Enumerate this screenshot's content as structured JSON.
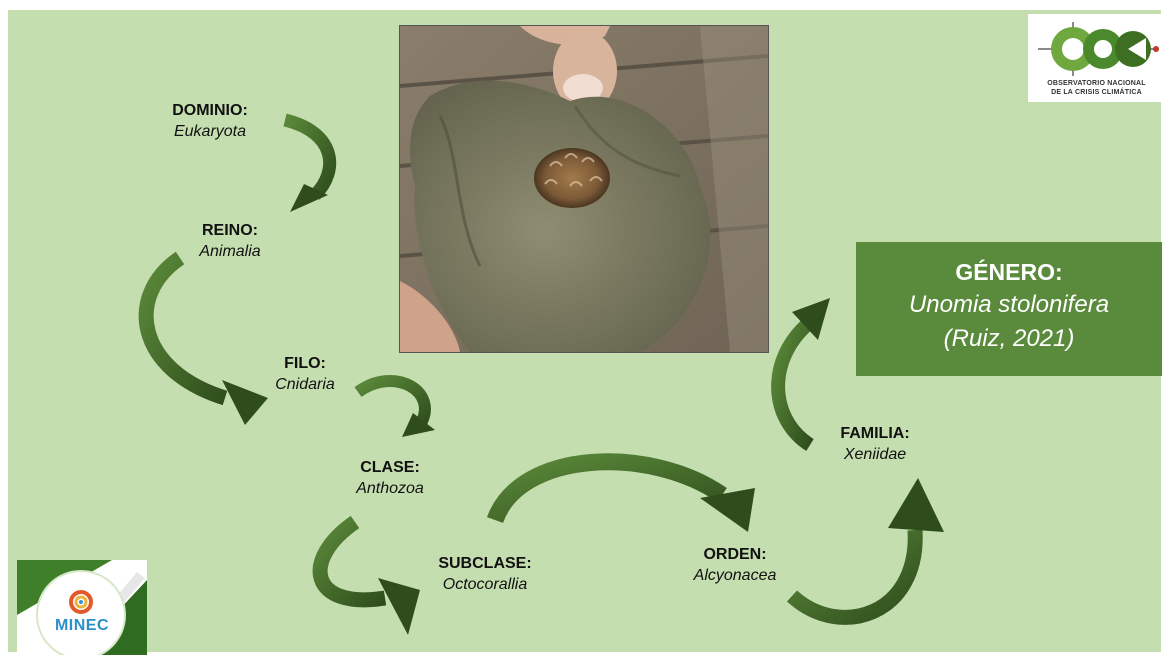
{
  "taxonomy": {
    "dominio": {
      "rank": "DOMINIO:",
      "name": "Eukaryota"
    },
    "reino": {
      "rank": "REINO:",
      "name": "Animalia"
    },
    "filo": {
      "rank": "FILO:",
      "name": "Cnidaria"
    },
    "clase": {
      "rank": "CLASE:",
      "name": "Anthozoa"
    },
    "subclase": {
      "rank": "SUBCLASE:",
      "name": "Octocorallia"
    },
    "orden": {
      "rank": "ORDEN:",
      "name": "Alcyonacea"
    },
    "familia": {
      "rank": "FAMILIA:",
      "name": "Xeniidae"
    },
    "genero": {
      "rank": "GÉNERO:",
      "name": "Unomia stolonifera",
      "authority": "(Ruiz, 2021)"
    }
  },
  "logos": {
    "occ": {
      "line1": "OBSERVATORIO NACIONAL",
      "line2": "DE LA CRISIS CLIMÁTICA"
    },
    "minec": {
      "text": "MINEC"
    }
  },
  "colors": {
    "background": "#c5deb0",
    "arrow_dark": "#2f4d1c",
    "arrow_light": "#5b8a3a",
    "genus_box": "#5a8a3c"
  }
}
